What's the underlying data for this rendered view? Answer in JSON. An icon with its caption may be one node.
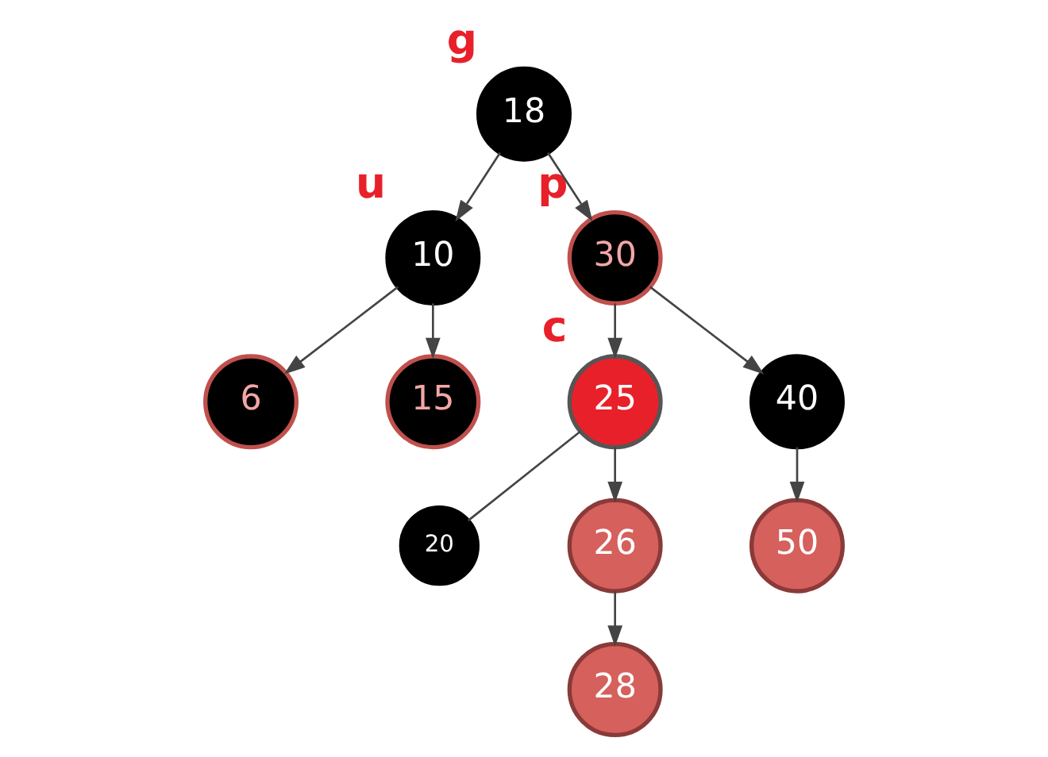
{
  "diagram": {
    "nodes": [
      {
        "text": [
          "18"
        ],
        "beside": [
          "g"
        ]
      },
      {
        "text": [
          "10"
        ],
        "beside": [
          "u"
        ]
      },
      {
        "text": [
          "30"
        ],
        "beside": [
          "p"
        ]
      },
      {
        "text": [
          "6"
        ]
      },
      {
        "text": [
          "15"
        ]
      },
      {
        "text": [
          "25"
        ],
        "beside": [
          "c"
        ]
      },
      {
        "text": [
          "40"
        ]
      },
      {
        "text": [
          "20"
        ]
      },
      {
        "text": [
          "26"
        ]
      },
      {
        "text": [
          "50"
        ]
      },
      {
        "text": [
          "28"
        ]
      }
    ],
    "edges": [
      {
        "from": 0,
        "to": 1,
        "arrow": "to"
      },
      {
        "from": 0,
        "to": 2,
        "arrow": "to"
      },
      {
        "from": 1,
        "to": 3,
        "arrow": "to"
      },
      {
        "from": 1,
        "to": 4,
        "arrow": "to"
      },
      {
        "from": 2,
        "to": 5,
        "arrow": "to"
      },
      {
        "from": 2,
        "to": 6,
        "arrow": "to"
      },
      {
        "from": 5,
        "to": 7,
        "arrow": "none"
      },
      {
        "from": 5,
        "to": 8,
        "arrow": "to"
      },
      {
        "from": 6,
        "to": 9,
        "arrow": "to"
      },
      {
        "from": 8,
        "to": 10,
        "arrow": "to"
      }
    ]
  }
}
